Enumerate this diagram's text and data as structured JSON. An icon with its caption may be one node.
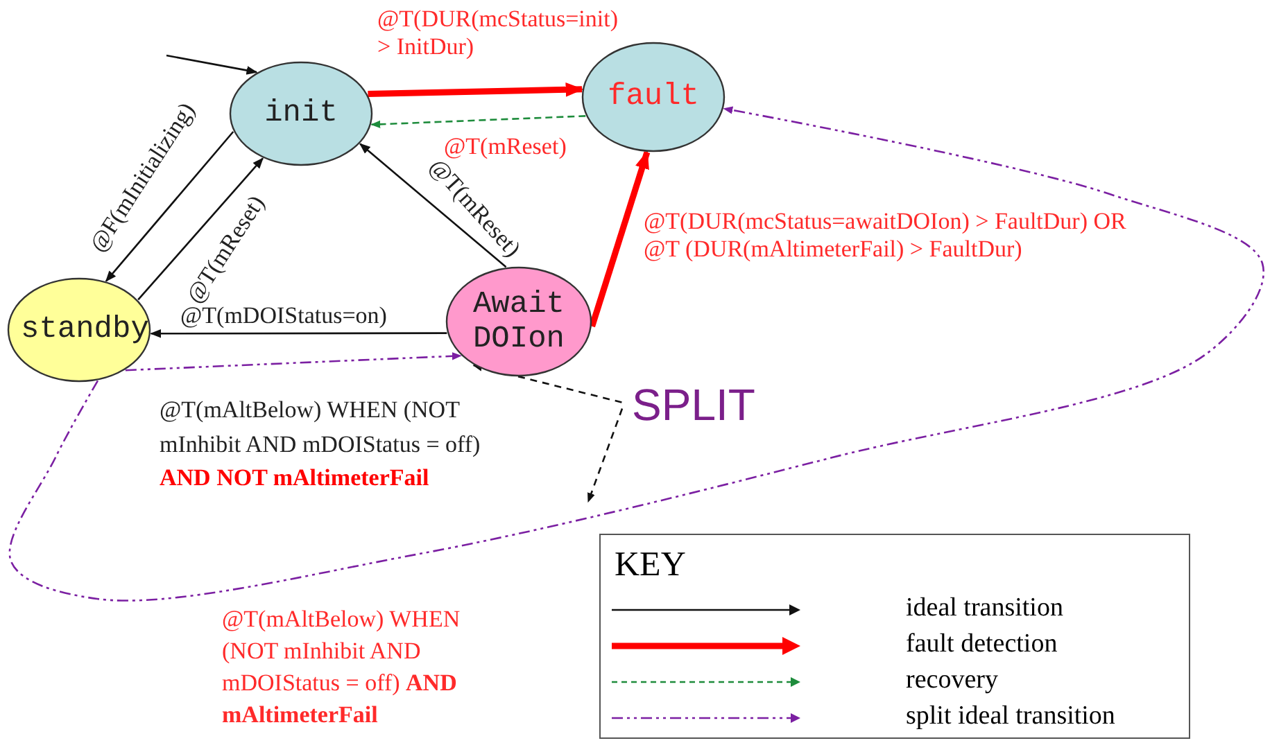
{
  "diagram": {
    "nodes": [
      {
        "text": [
          "init"
        ]
      },
      {
        "text": [
          "fault"
        ]
      },
      {
        "text": [
          "standby"
        ]
      },
      {
        "text": [
          "Await DOIon"
        ]
      },
      {
        "text": [
          "SPLIT"
        ]
      }
    ],
    "edges": [
      {
        "from": null,
        "to": 0,
        "arrow": "to"
      },
      {
        "from": 0,
        "to": 1,
        "arrow": "to",
        "style": "thick",
        "color": "#ff0000",
        "label": "@T(DUR(mcStatus=init) > InitDur)"
      },
      {
        "from": 1,
        "to": 0,
        "arrow": "to",
        "style": "dashed",
        "color": "#1e8c3c",
        "label": "@T(mReset)"
      },
      {
        "from": 0,
        "to": 2,
        "arrow": "to",
        "label": "@F(mInitializing)"
      },
      {
        "from": 2,
        "to": 0,
        "arrow": "to",
        "label": "@T(mReset)"
      },
      {
        "from": 3,
        "to": 0,
        "arrow": "to",
        "label": "@T(mReset)"
      },
      {
        "from": 3,
        "to": 2,
        "arrow": "to",
        "label": "@T(mDOIStatus=on)"
      },
      {
        "from": 3,
        "to": 1,
        "arrow": "to",
        "style": "thick",
        "color": "#ff0000",
        "label": "@T(DUR(mcStatus=awaitDOIon) > FaultDur) OR @T (DUR(mAltimeterFail) > FaultDur)"
      },
      {
        "from": 2,
        "to": 3,
        "arrow": "to",
        "style": "dashed",
        "color": "#7b1fa2",
        "label": "@T(mAltBelow) WHEN (NOT mInhibit AND mDOIStatus = off) **AND NOT mAltimeterFail**"
      },
      {
        "from": 2,
        "to": 1,
        "arrow": "to",
        "style": "dashed",
        "color": "#7b1fa2",
        "label": "@T(mAltBelow) WHEN (NOT mInhibit AND mDOIStatus = off) **AND mAltimeterFail**"
      },
      {
        "from": 4,
        "to": 3,
        "arrow": "to",
        "style": "dashed"
      },
      {
        "from": 4,
        "to": null,
        "arrow": "to",
        "style": "dashed"
      }
    ],
    "labels": [
      "KEY"
    ],
    "legend": [
      {
        "text": "ideal transition"
      },
      {
        "text": "fault detection"
      },
      {
        "text": "recovery"
      },
      {
        "text": "split ideal transition"
      }
    ]
  }
}
